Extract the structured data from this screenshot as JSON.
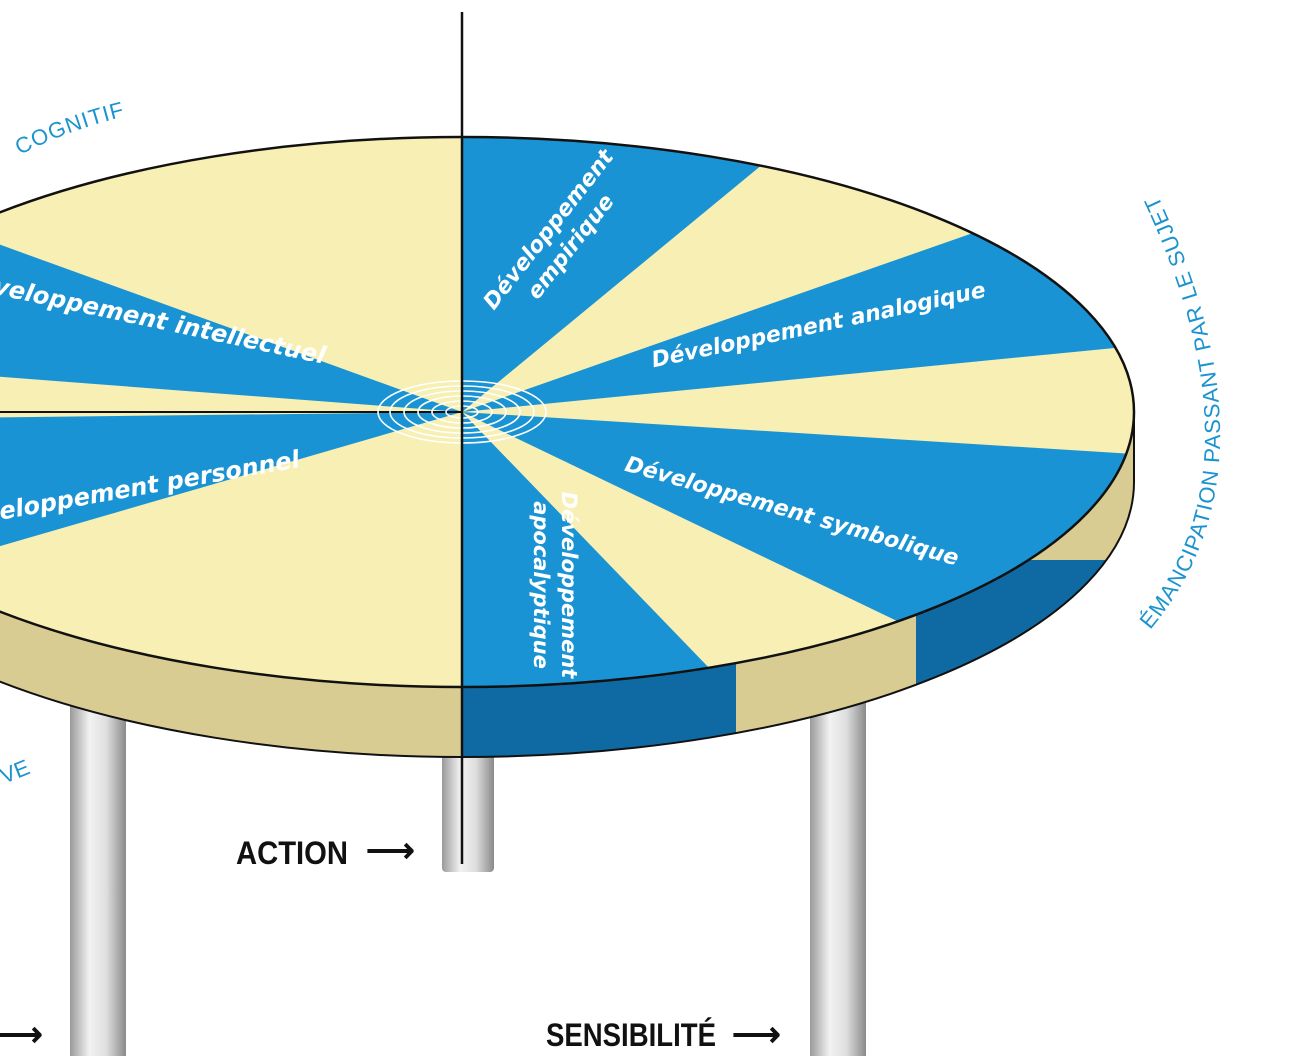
{
  "colors": {
    "blue": "#1993d3",
    "blue_dark": "#0f6aa3",
    "cream": "#f8efb4",
    "tan": "#d9cc93",
    "accent_text": "#1a93cf",
    "black": "#111111",
    "metal": "#c9c9c9"
  },
  "segments": {
    "empirique_line1": "Développement",
    "empirique_line2": "empirique",
    "analogique": "Développement analogique",
    "intellectuel": "éveloppement intellectuel",
    "personnel": "éveloppement personnel",
    "symbolique": "Développement symbolique",
    "apocalyptique_line1": "Développement",
    "apocalyptique_line2": "apocalyptique"
  },
  "dimensions": {
    "cognitif": "COGNITIF",
    "emancipation": "ÉMANCIPATION PASSANT PAR LE SUJET",
    "bottom_left_fragment": "VE"
  },
  "legs": {
    "action": "ACTION",
    "sensibilite": "SENSIBILITÉ",
    "arrow": "⟶"
  }
}
